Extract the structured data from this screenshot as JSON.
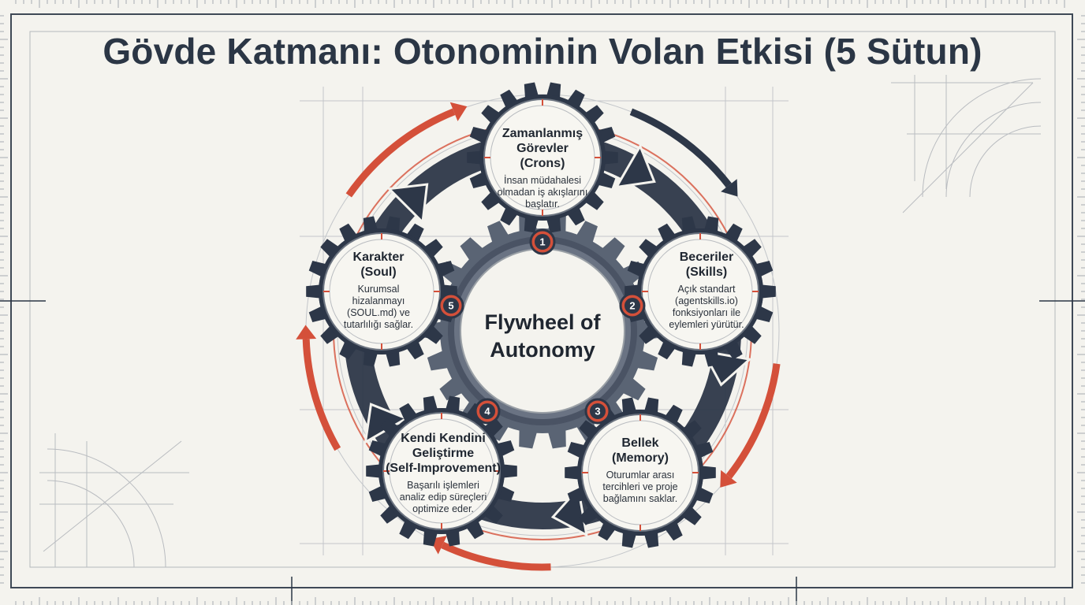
{
  "title": "Gövde Katmanı: Otonominin Volan Etkisi (5 Sütun)",
  "center": {
    "label": "Flywheel of\nAutonomy"
  },
  "colors": {
    "background": "#f4f3ee",
    "navy": "#2b3645",
    "gear_dark": "#2d3748",
    "gear_mid": "#5a6474",
    "accent_red": "#d4503a",
    "grid": "#b9bcc0"
  },
  "pillars": [
    {
      "number": "1",
      "title": "Zamanlanmış\nGörevler\n(Crons)",
      "description": "İnsan müdahalesi\nolmadan iş akışlarını\nbaşlatır."
    },
    {
      "number": "2",
      "title": "Beceriler\n(Skills)",
      "description": "Açık standart\n(agentskills.io)\nfonksiyonları ile\neylemleri yürütür."
    },
    {
      "number": "3",
      "title": "Bellek\n(Memory)",
      "description": "Oturumlar arası\ntercihleri ve proje\nbağlamını saklar."
    },
    {
      "number": "4",
      "title": "Kendi Kendini\nGeliştirme\n(Self-Improvement)",
      "description": "Başarılı işlemleri\nanaliz edip süreçleri\noptimize eder."
    },
    {
      "number": "5",
      "title": "Karakter\n(Soul)",
      "description": "Kurumsal\nhizalanmayı\n(SOUL.md) ve\ntutarlılığı sağlar."
    }
  ]
}
